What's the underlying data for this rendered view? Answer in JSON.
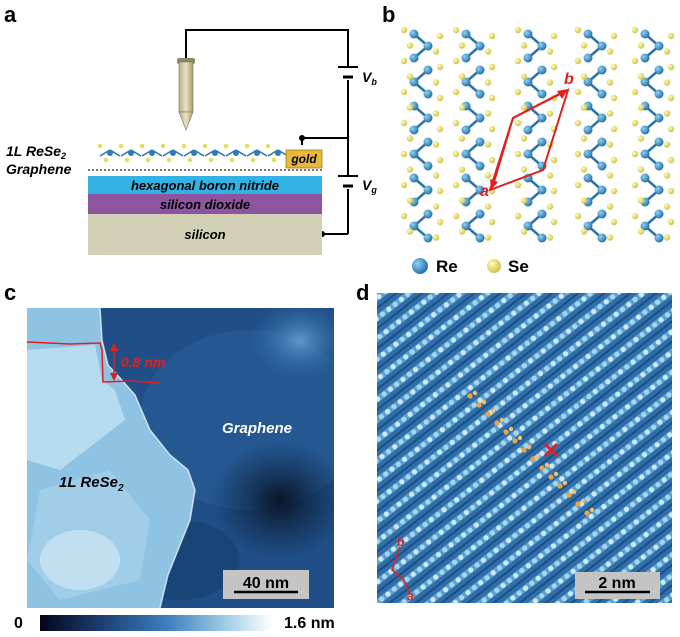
{
  "panels": {
    "a": {
      "label": "a",
      "sample_label_prefix": "1L ReSe",
      "sample_label_sub": "2",
      "graphene_label": "Graphene",
      "gold_label": "gold",
      "layers": [
        "hexagonal boron nitride",
        "silicon dioxide",
        "silicon"
      ],
      "vb_main": "V",
      "vb_sub": "b",
      "vg_main": "V",
      "vg_sub": "g"
    },
    "b": {
      "label": "b",
      "legend": [
        {
          "name": "Re",
          "color": "#3a8fc4"
        },
        {
          "name": "Se",
          "color": "#e8e060"
        }
      ],
      "axis_a": "a",
      "axis_b": "b"
    },
    "c": {
      "label": "c",
      "step_height": "0.8 nm",
      "region_left_prefix": "1L ReSe",
      "region_left_sub": "2",
      "region_right": "Graphene",
      "scalebar": "40 nm"
    },
    "d": {
      "label": "d",
      "scalebar": "2 nm",
      "axis_a": "a",
      "axis_b": "b"
    },
    "colorbar": {
      "min": "0",
      "max": "1.6 nm"
    }
  }
}
